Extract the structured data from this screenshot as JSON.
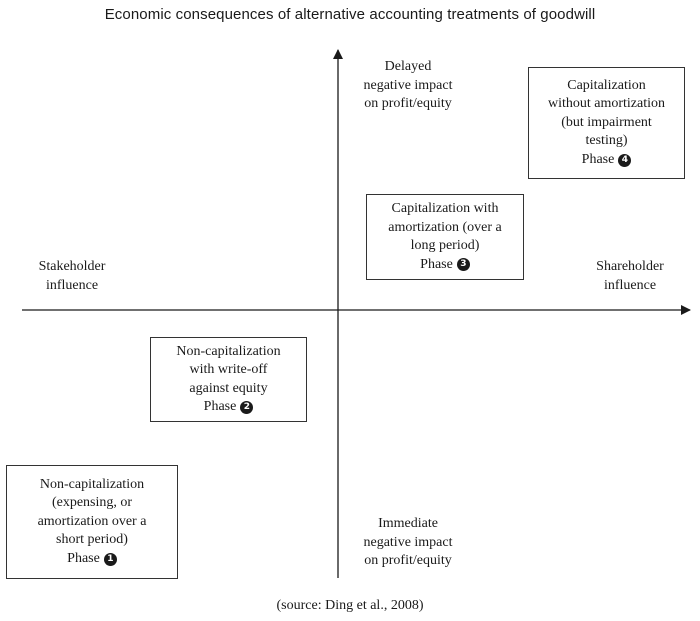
{
  "title": "Economic consequences of alternative accounting treatments of goodwill",
  "axes": {
    "top": [
      "Delayed",
      "negative impact",
      "on profit/equity"
    ],
    "bottom": [
      "Immediate",
      "negative impact",
      "on profit/equity"
    ],
    "left": [
      "Stakeholder",
      "influence"
    ],
    "right": [
      "Shareholder",
      "influence"
    ]
  },
  "phases": [
    {
      "lines": [
        "Non-capitalization",
        "(expensing, or",
        "amortization over a",
        "short period)"
      ],
      "phase_label": "Phase",
      "phase_number": "1"
    },
    {
      "lines": [
        "Non-capitalization",
        "with write-off",
        "against equity"
      ],
      "phase_label": "Phase",
      "phase_number": "2"
    },
    {
      "lines": [
        "Capitalization with",
        "amortization (over a",
        "long period)"
      ],
      "phase_label": "Phase",
      "phase_number": "3"
    },
    {
      "lines": [
        "Capitalization",
        "without amortization",
        "(but impairment",
        "testing)"
      ],
      "phase_label": "Phase",
      "phase_number": "4"
    }
  ],
  "source": "(source: Ding et al., 2008)",
  "colors": {
    "ink": "#1a1a1a",
    "box_border": "#333333",
    "background": "#ffffff"
  }
}
